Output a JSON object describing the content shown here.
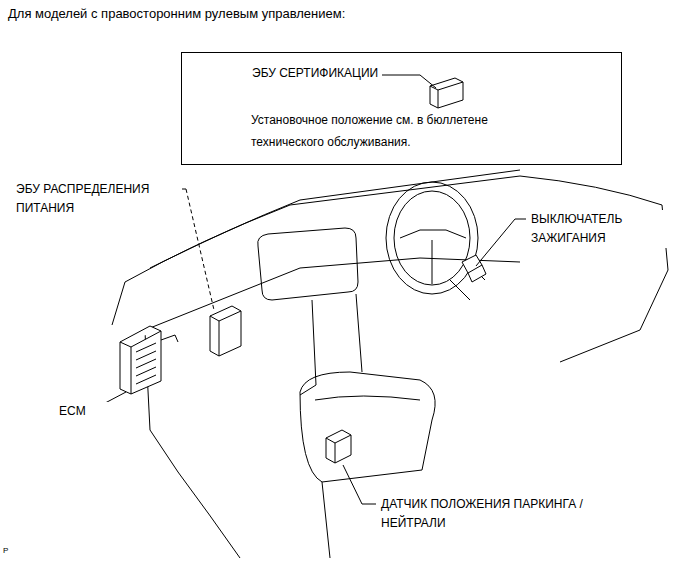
{
  "diagram": {
    "title": "Для моделей с правосторонним рулевым управлением:",
    "nodes": [
      {
        "text": [
          "ЭБУ СЕРТИФИКАЦИИ",
          "Установочное положение см. в бюллетене технического обслуживания."
        ]
      }
    ],
    "labels": [
      "ЭБУ РАСПРЕДЕЛЕНИЯ ПИТАНИЯ",
      "ВЫКЛЮЧАТЕЛЬ ЗАЖИГАНИЯ",
      "ECM",
      "ДАТЧИК ПОЛОЖЕНИЯ ПАРКИНГА / НЕЙТРАЛИ",
      "P"
    ]
  }
}
